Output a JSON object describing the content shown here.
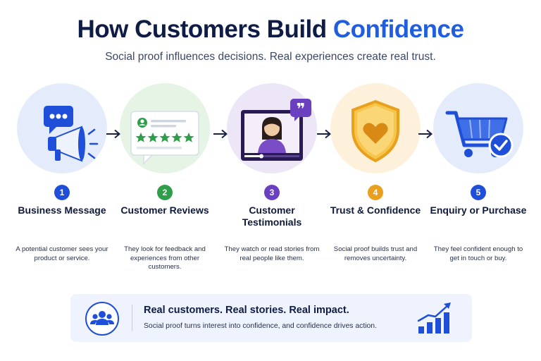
{
  "header": {
    "title_main": "How Customers Build ",
    "title_accent": "Confidence",
    "subtitle": "Social proof influences decisions. Real experiences create real trust."
  },
  "steps": [
    {
      "number": "1",
      "label": "Business Message",
      "description": "A potential customer sees your product or service.",
      "icon": "megaphone-icon",
      "color": "#1f4fd8"
    },
    {
      "number": "2",
      "label": "Customer Reviews",
      "description": "They look for feedback and experiences from other customers.",
      "icon": "star-rating-icon",
      "color": "#2e9e4a"
    },
    {
      "number": "3",
      "label": "Customer Testimonials",
      "description": "They watch or read stories from real people like them.",
      "icon": "video-testimonial-icon",
      "color": "#6a3fc0"
    },
    {
      "number": "4",
      "label": "Trust & Confidence",
      "description": "Social proof builds trust and removes uncertainty.",
      "icon": "shield-heart-icon",
      "color": "#e9a01f"
    },
    {
      "number": "5",
      "label": "Enquiry or Purchase",
      "description": "They feel confident enough to get in touch or buy.",
      "icon": "shopping-cart-check-icon",
      "color": "#1f4fd8"
    }
  ],
  "banner": {
    "title": "Real customers. Real stories. Real impact.",
    "text": "Social proof turns interest into confidence, and confidence drives action.",
    "left_icon": "people-group-icon",
    "right_icon": "growth-chart-icon"
  },
  "colors": {
    "title": "#0f1c45",
    "accent": "#1f5ee0",
    "banner_bg": "#eef3fd"
  }
}
